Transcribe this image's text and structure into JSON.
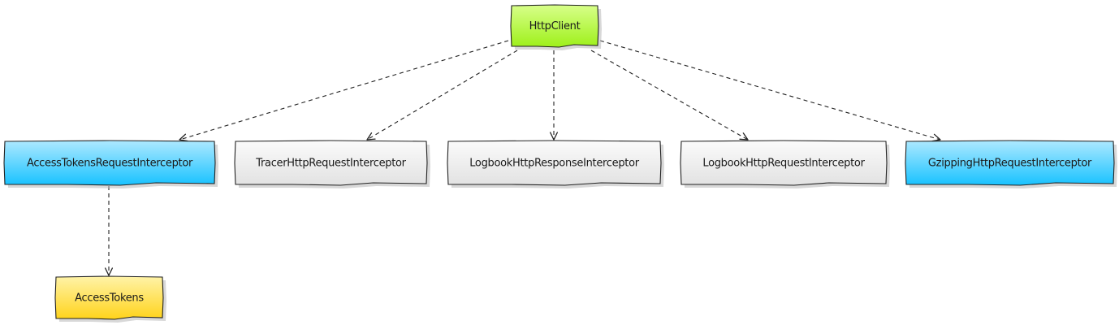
{
  "diagram": {
    "nodes": [
      {
        "id": "httpclient",
        "label": "HttpClient",
        "color": "#adff2f",
        "fill_top": "#d8ff8a",
        "fill_bottom": "#9ef01a"
      },
      {
        "id": "access_interceptor",
        "label": "AccessTokensRequestInterceptor",
        "color": "#00bfff",
        "fill_top": "#aee9ff",
        "fill_bottom": "#18c2ff"
      },
      {
        "id": "tracer_interceptor",
        "label": "TracerHttpRequestInterceptor",
        "color": "#eeeeee",
        "fill_top": "#fbfbfb",
        "fill_bottom": "#e2e2e2"
      },
      {
        "id": "logbook_response",
        "label": "LogbookHttpResponseInterceptor",
        "color": "#eeeeee",
        "fill_top": "#fbfbfb",
        "fill_bottom": "#e2e2e2"
      },
      {
        "id": "logbook_request",
        "label": "LogbookHttpRequestInterceptor",
        "color": "#eeeeee",
        "fill_top": "#fbfbfb",
        "fill_bottom": "#e2e2e2"
      },
      {
        "id": "gzipping_interceptor",
        "label": "GzippingHttpRequestInterceptor",
        "color": "#00bfff",
        "fill_top": "#aee9ff",
        "fill_bottom": "#18c2ff"
      },
      {
        "id": "access_tokens",
        "label": "AccessTokens",
        "color": "#ffd700",
        "fill_top": "#fff3a8",
        "fill_bottom": "#ffd31a"
      }
    ],
    "edges": [
      {
        "from": "httpclient",
        "to": "access_interceptor",
        "style": "dashed"
      },
      {
        "from": "httpclient",
        "to": "tracer_interceptor",
        "style": "dashed"
      },
      {
        "from": "httpclient",
        "to": "logbook_response",
        "style": "dashed"
      },
      {
        "from": "httpclient",
        "to": "logbook_request",
        "style": "dashed"
      },
      {
        "from": "httpclient",
        "to": "gzipping_interceptor",
        "style": "dashed"
      },
      {
        "from": "access_interceptor",
        "to": "access_tokens",
        "style": "dashed"
      }
    ]
  }
}
